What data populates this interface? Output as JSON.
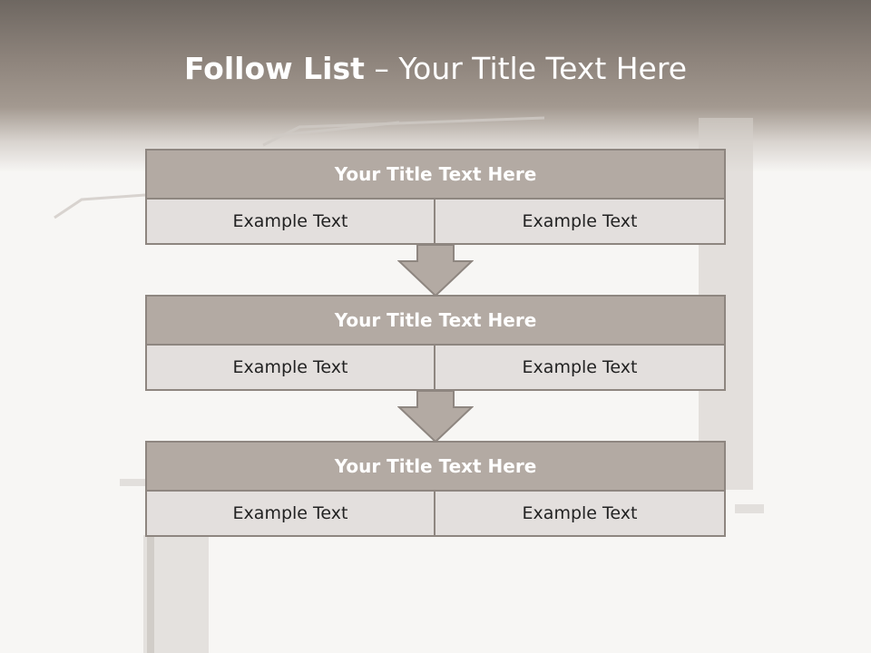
{
  "slide": {
    "title_bold": "Follow List",
    "title_rest": "– Your Title Text Here"
  },
  "blocks": [
    {
      "title": "Your Title Text Here",
      "cells": [
        "Example Text",
        "Example Text"
      ]
    },
    {
      "title": "Your Title Text Here",
      "cells": [
        "Example Text",
        "Example Text"
      ]
    },
    {
      "title": "Your Title Text Here",
      "cells": [
        "Example Text",
        "Example Text"
      ]
    }
  ],
  "colors": {
    "header": "#8e847c",
    "block_title_bg": "#b3aaa3",
    "cell_bg": "#e3dfdd",
    "border": "#8e8680",
    "arrow": "#b3aaa3"
  }
}
